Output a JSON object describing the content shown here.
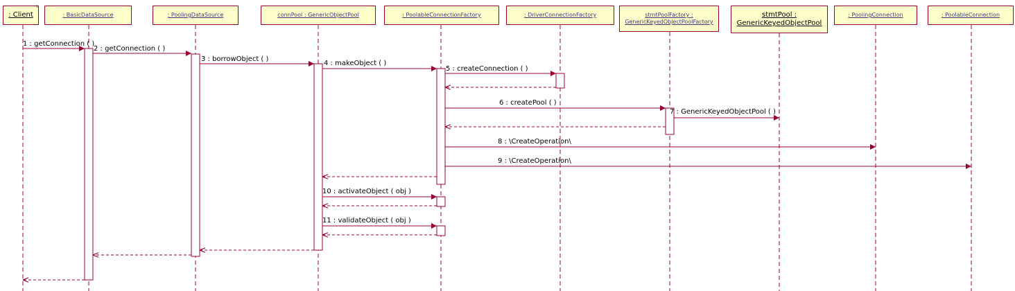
{
  "diagram": {
    "colors": {
      "line": "#990033",
      "box_fill": "#ffffcc",
      "box_text": "#3a3a7a"
    },
    "lifelines": [
      {
        "id": "client",
        "label": ": Client"
      },
      {
        "id": "basic",
        "label": ": BasicDataSource"
      },
      {
        "id": "pooling",
        "label": ": PoolingDataSource"
      },
      {
        "id": "connpool",
        "label": "connPool : GenericObjectPool"
      },
      {
        "id": "pcf",
        "label": ": PoolableConnectionFactory"
      },
      {
        "id": "dcf",
        "label": ": DriverConnectionFactory"
      },
      {
        "id": "spf",
        "label": "stmtPoolFactory : GenericKeyedObjectPoolFactory"
      },
      {
        "id": "sp",
        "label": "stmtPool : GenericKeyedObjectPool"
      },
      {
        "id": "pc",
        "label": ": PoolingConnection"
      },
      {
        "id": "pbc",
        "label": ": PoolableConnection"
      }
    ],
    "actor_mark": "¹",
    "messages": [
      {
        "label": "1 : getConnection ( )"
      },
      {
        "label": "2 : getConnection ( )"
      },
      {
        "label": "3 : borrowObject ( )"
      },
      {
        "label": "4 : makeObject ( )"
      },
      {
        "label": "5 : createConnection ( )"
      },
      {
        "label": "6 : createPool ( )"
      },
      {
        "label": "7 : GenericKeyedObjectPool ( )"
      },
      {
        "label": "8 : \\CreateOperation\\"
      },
      {
        "label": "9 : \\CreateOperation\\"
      },
      {
        "label": "10 : activateObject ( obj )"
      },
      {
        "label": "11 : validateObject ( obj )"
      }
    ]
  }
}
